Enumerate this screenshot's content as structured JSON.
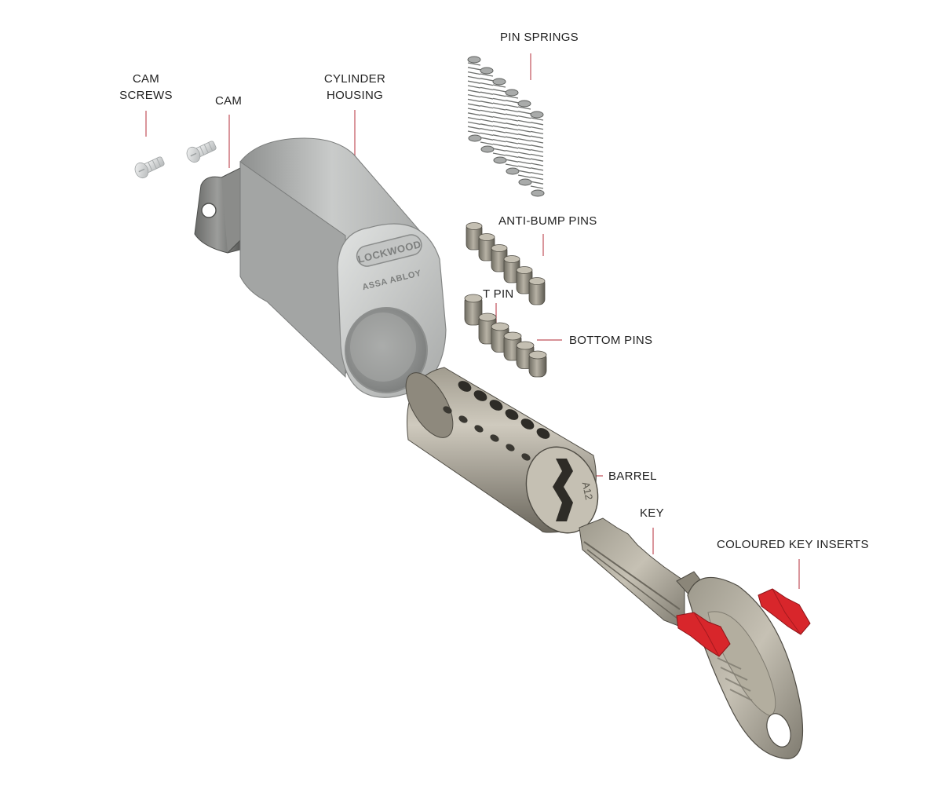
{
  "labels": {
    "cam_screws": [
      "CAM",
      "SCREWS"
    ],
    "cam": "CAM",
    "cylinder_housing": [
      "CYLINDER",
      "HOUSING"
    ],
    "pin_springs": "PIN SPRINGS",
    "anti_bump_pins": "ANTI-BUMP PINS",
    "t_pin": "T PIN",
    "bottom_pins": "BOTTOM PINS",
    "barrel": "BARREL",
    "key": "KEY",
    "coloured_key_inserts": "COLOURED KEY INSERTS"
  },
  "housing_logo": "LOCKWOOD",
  "housing_brand": "ASSA ABLOY",
  "barrel_marking": "A12",
  "colors": {
    "leader_line": "#c0505a",
    "insert_red": "#d8262b",
    "metal_light": "#d2d4d4",
    "metal_dark": "#7c7d7b",
    "brass_dark": "#6f6c62"
  }
}
